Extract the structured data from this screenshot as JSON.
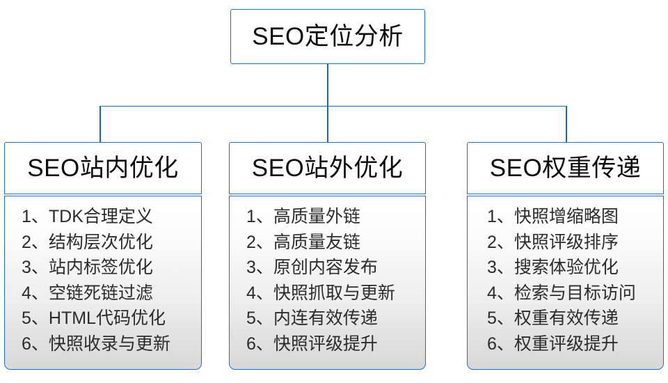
{
  "diagram": {
    "title": "SEO定位分析",
    "colors": {
      "border": "#1f6fc0",
      "connector": "#1668b8",
      "header_fill": "#ffffff",
      "body_fill_top": "#ffffff",
      "body_fill_bottom": "#d7d7d7",
      "text": "#0d0d0d",
      "item_text": "#2b2b2b"
    },
    "root": {
      "label": "SEO定位分析"
    },
    "branches": [
      {
        "header": "SEO站内优化",
        "items": [
          "1、TDK合理定义",
          "2、结构层次优化",
          "3、站内标签优化",
          "4、空链死链过滤",
          "5、HTML代码优化",
          "6、快照收录与更新"
        ]
      },
      {
        "header": "SEO站外优化",
        "items": [
          "1、高质量外链",
          "2、高质量友链",
          "3、原创内容发布",
          "4、快照抓取与更新",
          "5、内连有效传递",
          "6、快照评级提升"
        ]
      },
      {
        "header": "SEO权重传递",
        "items": [
          "1、快照增缩略图",
          "2、快照评级排序",
          "3、搜索体验优化",
          "4、检索与目标访问",
          "5、权重有效传递",
          "6、权重评级提升"
        ]
      }
    ]
  }
}
